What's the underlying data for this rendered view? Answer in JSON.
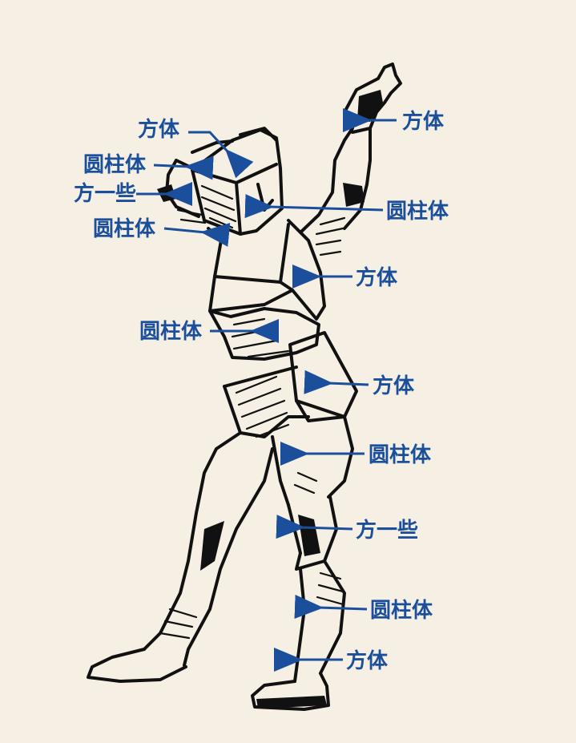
{
  "annotations": [
    {
      "id": "a1",
      "text": "方体"
    },
    {
      "id": "a2",
      "text": "方体"
    },
    {
      "id": "a3",
      "text": "圆柱体"
    },
    {
      "id": "a4",
      "text": "方一些"
    },
    {
      "id": "a5",
      "text": "圆柱体"
    },
    {
      "id": "a6",
      "text": "圆柱体"
    },
    {
      "id": "a7",
      "text": "方体"
    },
    {
      "id": "a8",
      "text": "圆柱体"
    },
    {
      "id": "a9",
      "text": "方体"
    },
    {
      "id": "a10",
      "text": "圆柱体"
    },
    {
      "id": "a11",
      "text": "方一些"
    },
    {
      "id": "a12",
      "text": "圆柱体"
    },
    {
      "id": "a13",
      "text": "方体"
    }
  ],
  "colors": {
    "annotation": "#1b4f9c",
    "ink": "#111111",
    "paper": "#f6f0e4"
  }
}
